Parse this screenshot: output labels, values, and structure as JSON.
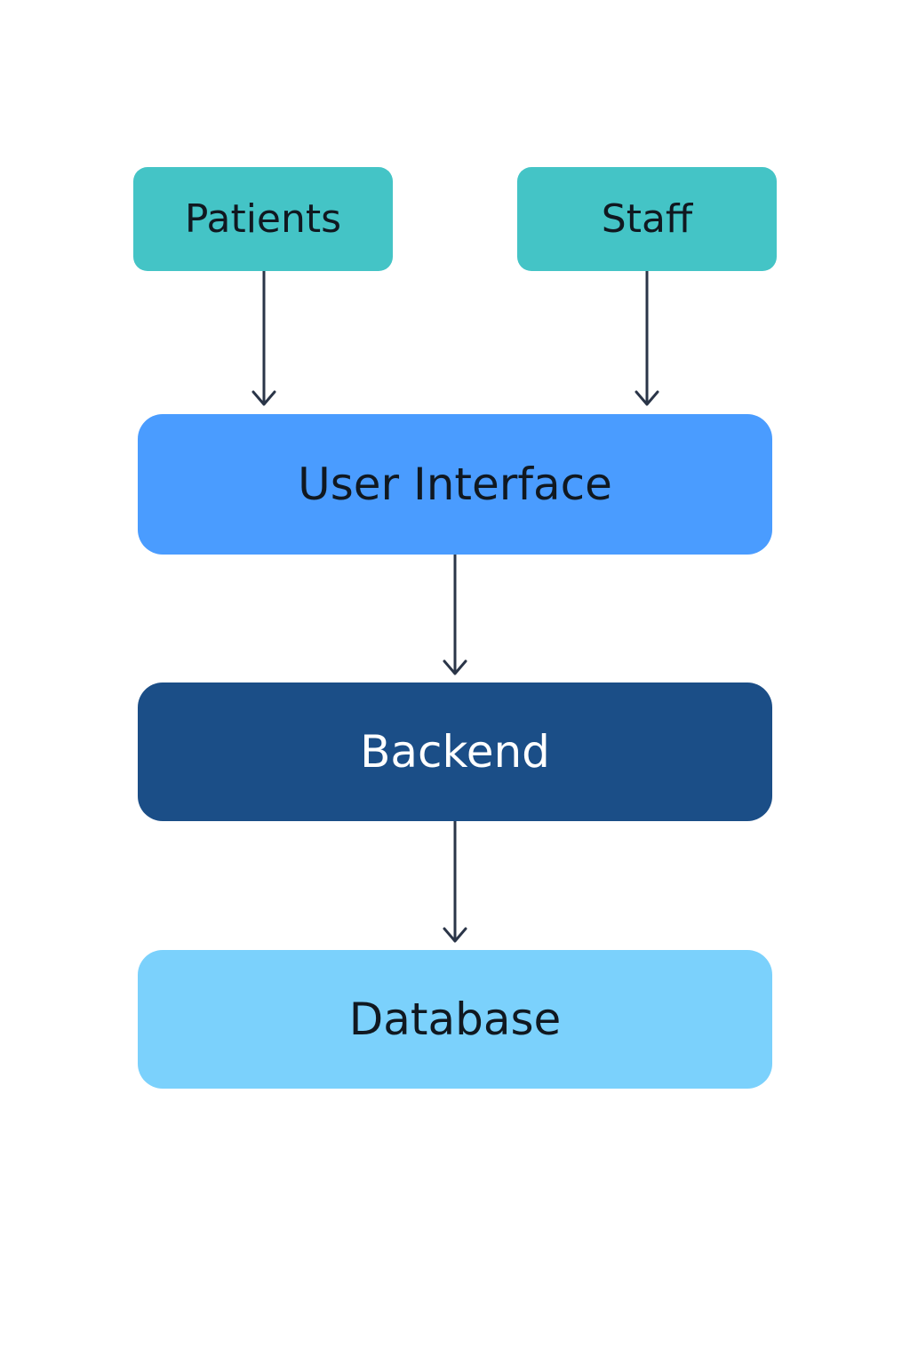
{
  "nodes": {
    "patients": {
      "label": "Patients",
      "fill": "#44c4c6",
      "text_color": "#101820"
    },
    "staff": {
      "label": "Staff",
      "fill": "#44c4c6",
      "text_color": "#101820"
    },
    "user_interface": {
      "label": "User Interface",
      "fill": "#4a9cff",
      "text_color": "#101820"
    },
    "backend": {
      "label": "Backend",
      "fill": "#1b4e87",
      "text_color": "#ffffff"
    },
    "database": {
      "label": "Database",
      "fill": "#7bd1fc",
      "text_color": "#101820"
    }
  },
  "edges": [
    {
      "from": "patients",
      "to": "user_interface"
    },
    {
      "from": "staff",
      "to": "user_interface"
    },
    {
      "from": "user_interface",
      "to": "backend"
    },
    {
      "from": "backend",
      "to": "database"
    }
  ],
  "edge_color": "#2a3548"
}
